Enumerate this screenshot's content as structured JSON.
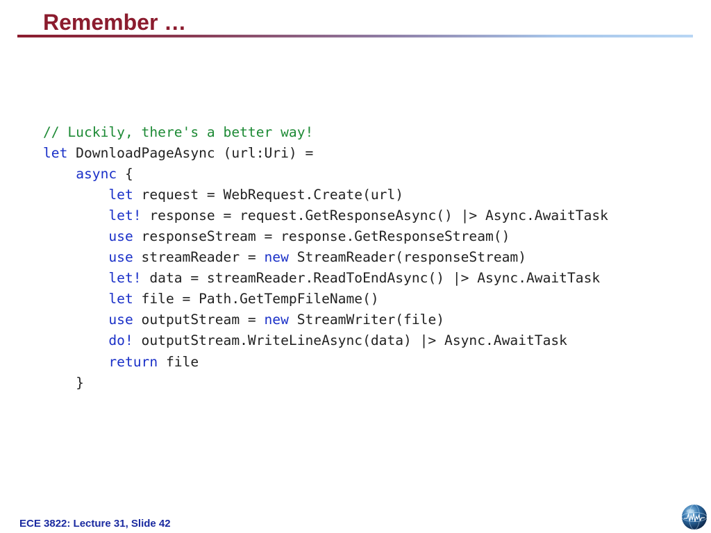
{
  "slide": {
    "title": "Remember …",
    "footer": "ECE 3822: Lecture 31, Slide 42"
  },
  "colors": {
    "title": "#8b1c2e",
    "comment": "#1d8a35",
    "keyword": "#1a30c8",
    "code_text": "#222222",
    "footer": "#1a2aa0"
  },
  "logo": {
    "icon": "globe-icon"
  },
  "code": {
    "language": "F#",
    "lines": [
      [
        {
          "t": "// Luckily, there's a better way!",
          "k": "comment"
        }
      ],
      [
        {
          "t": "let",
          "k": "keyword"
        },
        {
          "t": " DownloadPageAsync (url:Uri) =",
          "k": "text"
        }
      ],
      [
        {
          "t": "    ",
          "k": "text"
        },
        {
          "t": "async",
          "k": "keyword"
        },
        {
          "t": " {",
          "k": "text"
        }
      ],
      [
        {
          "t": "        ",
          "k": "text"
        },
        {
          "t": "let",
          "k": "keyword"
        },
        {
          "t": " request = WebRequest.Create(url)",
          "k": "text"
        }
      ],
      [
        {
          "t": "        ",
          "k": "text"
        },
        {
          "t": "let!",
          "k": "keyword"
        },
        {
          "t": " response = request.GetResponseAsync() |> Async.AwaitTask",
          "k": "text"
        }
      ],
      [
        {
          "t": "        ",
          "k": "text"
        },
        {
          "t": "use",
          "k": "keyword"
        },
        {
          "t": " responseStream = response.GetResponseStream()",
          "k": "text"
        }
      ],
      [
        {
          "t": "        ",
          "k": "text"
        },
        {
          "t": "use",
          "k": "keyword"
        },
        {
          "t": " streamReader = ",
          "k": "text"
        },
        {
          "t": "new",
          "k": "keyword"
        },
        {
          "t": " StreamReader(responseStream)",
          "k": "text"
        }
      ],
      [
        {
          "t": "        ",
          "k": "text"
        },
        {
          "t": "let!",
          "k": "keyword"
        },
        {
          "t": " data = streamReader.ReadToEndAsync() |> Async.AwaitTask",
          "k": "text"
        }
      ],
      [
        {
          "t": "        ",
          "k": "text"
        },
        {
          "t": "let",
          "k": "keyword"
        },
        {
          "t": " file = Path.GetTempFileName()",
          "k": "text"
        }
      ],
      [
        {
          "t": "        ",
          "k": "text"
        },
        {
          "t": "use",
          "k": "keyword"
        },
        {
          "t": " outputStream = ",
          "k": "text"
        },
        {
          "t": "new",
          "k": "keyword"
        },
        {
          "t": " StreamWriter(file)",
          "k": "text"
        }
      ],
      [
        {
          "t": "        ",
          "k": "text"
        },
        {
          "t": "do!",
          "k": "keyword"
        },
        {
          "t": " outputStream.WriteLineAsync(data) |> Async.AwaitTask",
          "k": "text"
        }
      ],
      [
        {
          "t": "        ",
          "k": "text"
        },
        {
          "t": "return",
          "k": "keyword"
        },
        {
          "t": " file",
          "k": "text"
        }
      ],
      [
        {
          "t": "    }",
          "k": "text"
        }
      ]
    ]
  }
}
